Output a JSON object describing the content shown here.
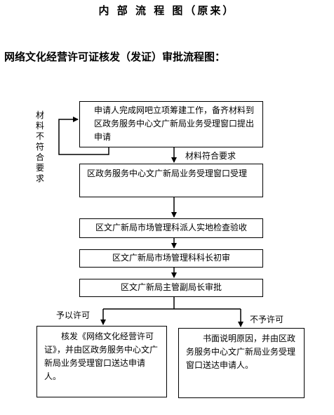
{
  "title": "内 部 流 程 图（原来）",
  "subtitle": "网络文化经营许可证核发（发证）审批流程图：",
  "steps": {
    "apply": "申请人完成网吧立项筹建工作，备齐材料到区政务服务中心文广新局业务受理窗口提出申请",
    "accept": "区政务服务中心文广新局业务受理窗口受理",
    "inspect": "区文广新局市场管理科派人实地检查验收",
    "review": "区文广新局市场管理科科长初审",
    "approve": "区文广新局主管副局长审批",
    "grant": "核发《网络文化经营许可证》，并由区政务服务中心文广新局业务受理窗口送达申请人。",
    "deny": "书面说明原因，并由区政务服务中心文广新局业务受理窗口送达申请人。"
  },
  "labels": {
    "materials_ok": "材料符合要求",
    "materials_not_ok": "材料不符合要求",
    "permit": "予以许可",
    "no_permit": "不予许可"
  }
}
